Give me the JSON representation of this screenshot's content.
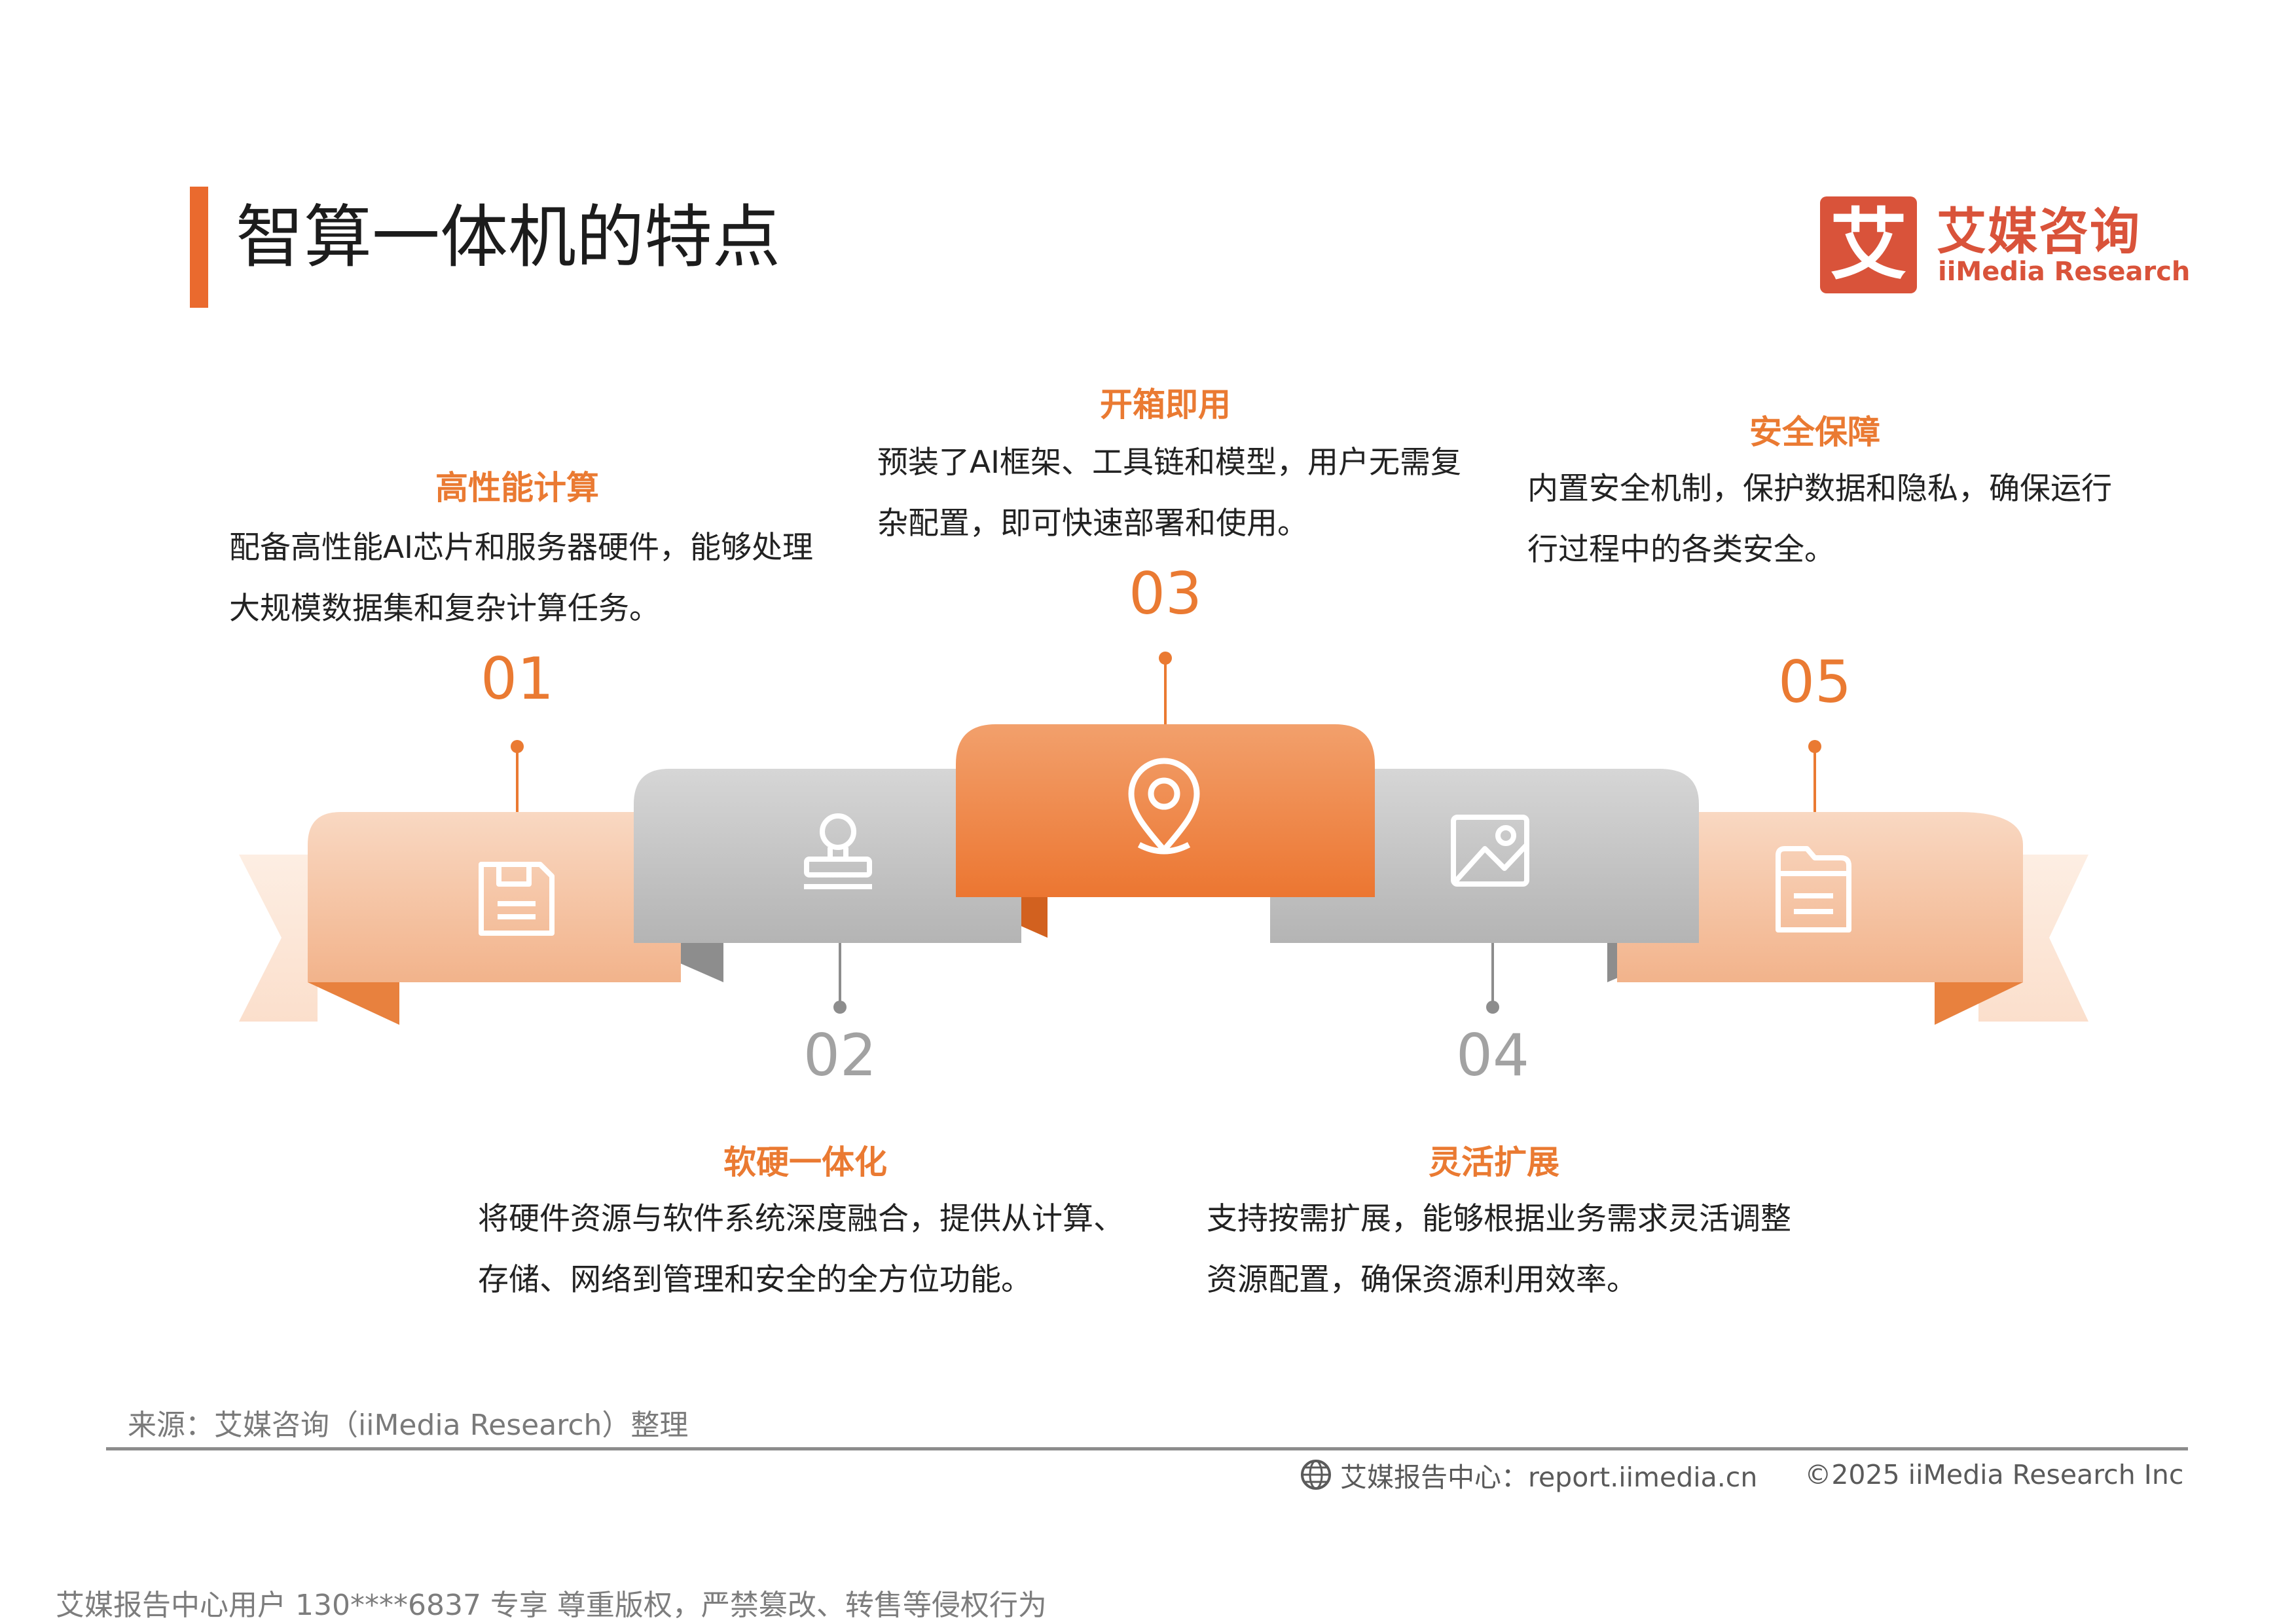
{
  "page": {
    "title": "智算一体机的特点"
  },
  "logo": {
    "mark": "艾",
    "name_cn": "艾媒咨询",
    "name_en": "iiMedia Research"
  },
  "features": [
    {
      "num": "01",
      "title": "高性能计算",
      "desc": "配备高性能AI芯片和服务器硬件，能够处理大规模数据集和复杂计算任务。",
      "icon": "floppy-disk-icon"
    },
    {
      "num": "02",
      "title": "软硬一体化",
      "desc": "将硬件资源与软件系统深度融合，提供从计算、存储、网络到管理和安全的全方位功能。",
      "icon": "stamp-icon"
    },
    {
      "num": "03",
      "title": "开箱即用",
      "desc": "预装了AI框架、工具链和模型，用户无需复杂配置，即可快速部署和使用。",
      "icon": "location-pin-icon"
    },
    {
      "num": "04",
      "title": "灵活扩展",
      "desc": "支持按需扩展，能够根据业务需求灵活调整资源配置，确保资源利用效率。",
      "icon": "image-icon"
    },
    {
      "num": "05",
      "title": "安全保障",
      "desc": "内置安全机制，保护数据和隐私，确保运行行过程中的各类安全。",
      "icon": "folder-icon"
    }
  ],
  "footer": {
    "source": "来源：艾媒咨询（iiMedia Research）整理",
    "report_center": "艾媒报告中心：report.iimedia.cn",
    "copyright": "©2025  iiMedia Research  Inc",
    "watermark": "艾媒报告中心用户 130****6837 专享 尊重版权，严禁篡改、转售等侵权行为"
  },
  "colors": {
    "accent": "#ea6a2e",
    "orange_light": "#f7c7a6",
    "orange_mid": "#ef8a4c",
    "gray_band": "#c4c4c4",
    "text_dark": "#222222",
    "number_gray": "#a2a2a2"
  }
}
